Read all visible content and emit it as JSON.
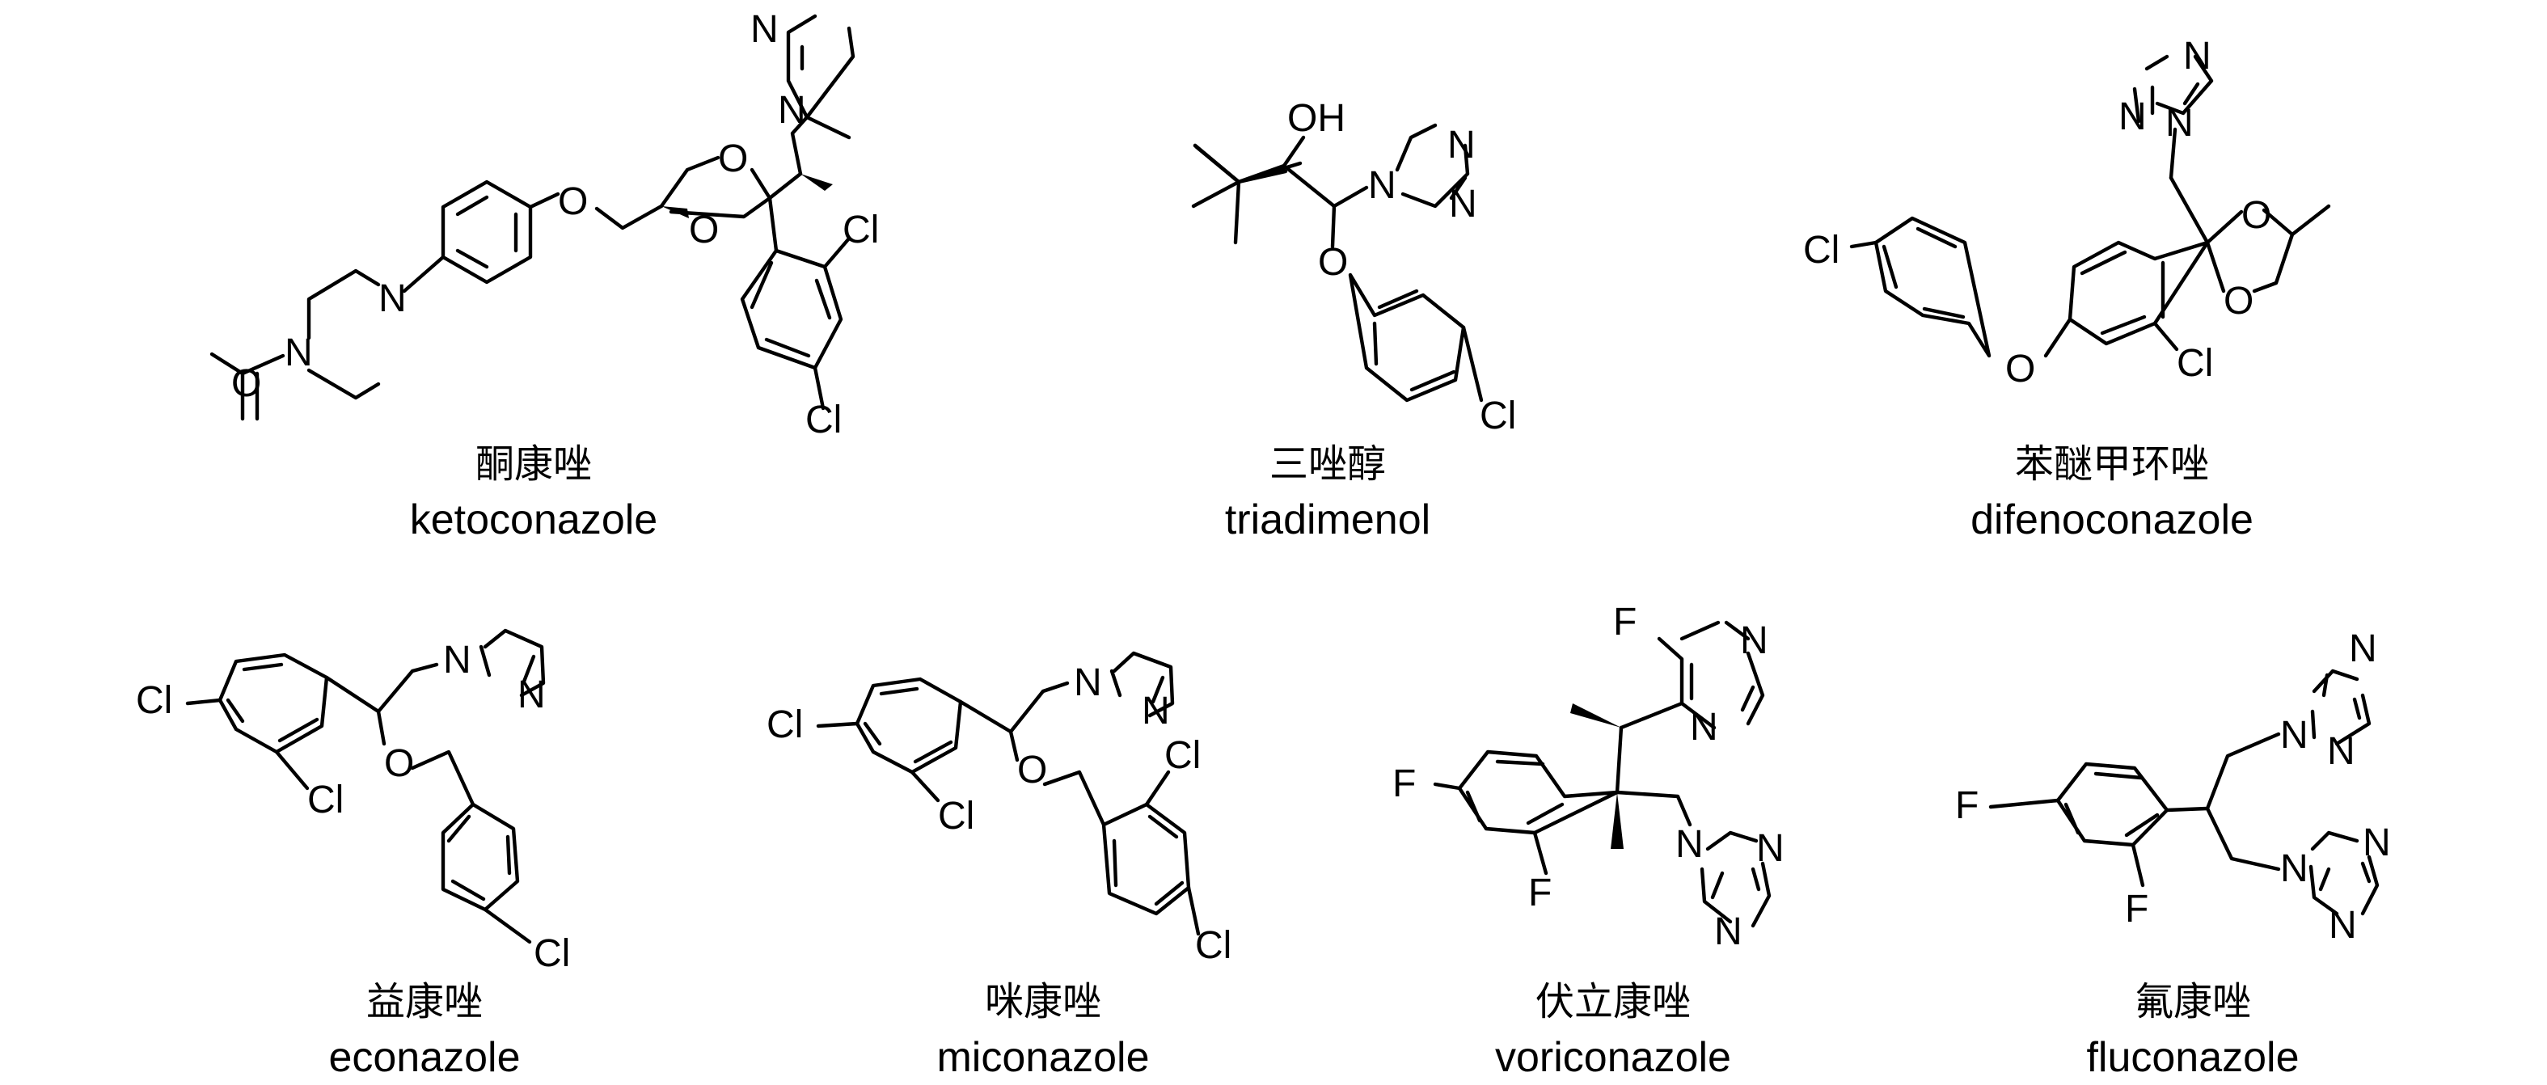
{
  "compounds": [
    {
      "cn": "酮康唑",
      "en": "ketoconazole",
      "atoms": {
        "o1": "O",
        "o2": "O",
        "o3": "O",
        "o4": "O",
        "n1": "N",
        "n2": "N",
        "n3": "N",
        "n4": "N",
        "cl1": "Cl",
        "cl2": "Cl"
      }
    },
    {
      "cn": "三唑醇",
      "en": "triadimenol",
      "atoms": {
        "oh": "OH",
        "o": "O",
        "n1": "N",
        "n2": "N",
        "n3": "N",
        "cl": "Cl"
      }
    },
    {
      "cn": "苯醚甲环唑",
      "en": "difenoconazole",
      "atoms": {
        "n1": "N",
        "n2": "N",
        "n3": "N",
        "o1": "O",
        "o2": "O",
        "o3": "O",
        "cl1": "Cl",
        "cl2": "Cl"
      }
    },
    {
      "cn": "益康唑",
      "en": "econazole",
      "atoms": {
        "n1": "N",
        "n2": "N",
        "o": "O",
        "cl1": "Cl",
        "cl2": "Cl",
        "cl3": "Cl"
      }
    },
    {
      "cn": "咪康唑",
      "en": "miconazole",
      "atoms": {
        "n1": "N",
        "n2": "N",
        "o": "O",
        "cl1": "Cl",
        "cl2": "Cl",
        "cl3": "Cl",
        "cl4": "Cl"
      }
    },
    {
      "cn": "伏立康唑",
      "en": "voriconazole",
      "atoms": {
        "f1": "F",
        "f2": "F",
        "f3": "F",
        "n1": "N",
        "n2": "N",
        "n3": "N",
        "n4": "N",
        "n5": "N"
      }
    },
    {
      "cn": "氟康唑",
      "en": "fluconazole",
      "atoms": {
        "f1": "F",
        "f2": "F",
        "n1": "N",
        "n2": "N",
        "n3": "N",
        "n4": "N",
        "n5": "N",
        "n6": "N"
      }
    }
  ]
}
